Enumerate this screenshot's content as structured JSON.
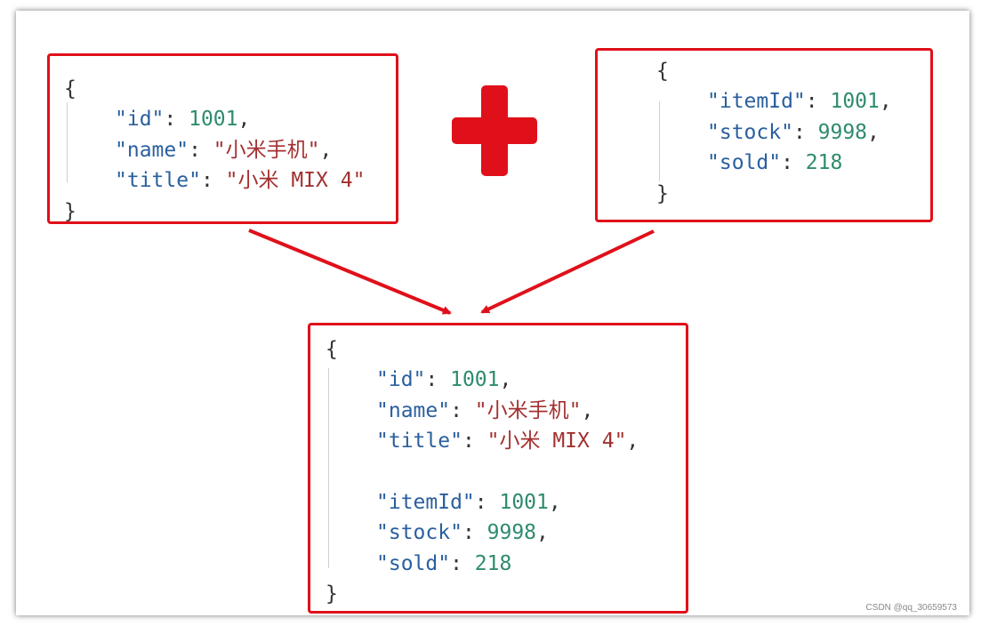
{
  "colors": {
    "border": "#e0101a",
    "key": "#2a5f9e",
    "number": "#2e8b6f",
    "string": "#a33030",
    "punctuation": "#333333"
  },
  "icons": [
    "plus-icon",
    "arrow-icon"
  ],
  "left_box": {
    "open": "{",
    "close": "}",
    "lines": [
      {
        "key": "\"id\"",
        "sep": ": ",
        "value": "1001",
        "type": "num",
        "trail": ","
      },
      {
        "key": "\"name\"",
        "sep": ": ",
        "value": "\"小米手机\"",
        "type": "str",
        "trail": ","
      },
      {
        "key": "\"title\"",
        "sep": ": ",
        "value": "\"小米 MIX 4\"",
        "type": "str",
        "trail": ""
      }
    ]
  },
  "right_box": {
    "open": "{",
    "close": "}",
    "lines": [
      {
        "key": "\"itemId\"",
        "sep": ": ",
        "value": "1001",
        "type": "num",
        "trail": ","
      },
      {
        "key": "\"stock\"",
        "sep": ": ",
        "value": "9998",
        "type": "num",
        "trail": ","
      },
      {
        "key": "\"sold\"",
        "sep": ": ",
        "value": "218",
        "type": "num",
        "trail": ""
      }
    ]
  },
  "result_box": {
    "open": "{",
    "close": "}",
    "lines": [
      {
        "key": "\"id\"",
        "sep": ": ",
        "value": "1001",
        "type": "num",
        "trail": ","
      },
      {
        "key": "\"name\"",
        "sep": ": ",
        "value": "\"小米手机\"",
        "type": "str",
        "trail": ","
      },
      {
        "key": "\"title\"",
        "sep": ": ",
        "value": "\"小米 MIX 4\"",
        "type": "str",
        "trail": ","
      },
      {
        "blank": true
      },
      {
        "key": "\"itemId\"",
        "sep": ": ",
        "value": "1001",
        "type": "num",
        "trail": ","
      },
      {
        "key": "\"stock\"",
        "sep": ": ",
        "value": "9998",
        "type": "num",
        "trail": ","
      },
      {
        "key": "\"sold\"",
        "sep": ": ",
        "value": "218",
        "type": "num",
        "trail": ""
      }
    ]
  },
  "watermark": "CSDN @qq_30659573"
}
